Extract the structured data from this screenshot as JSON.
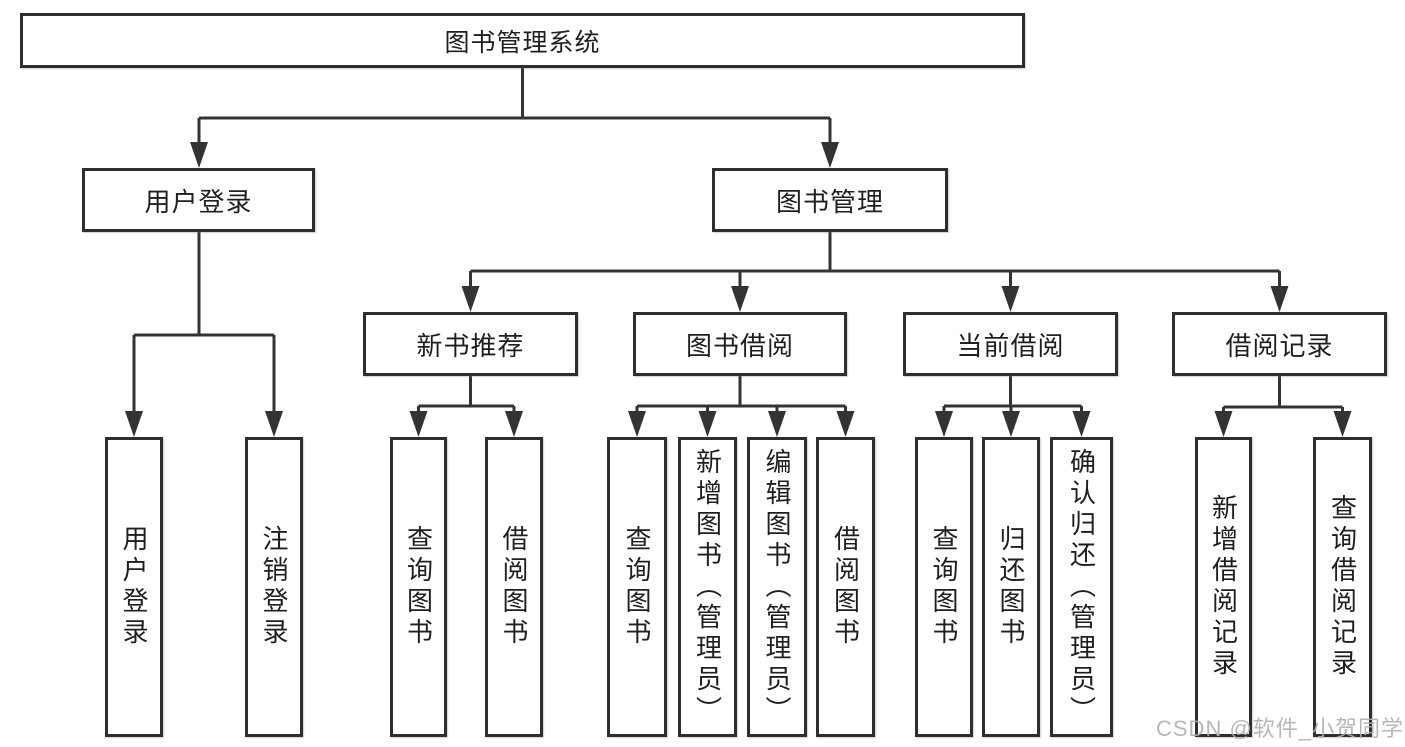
{
  "diagram": {
    "root": {
      "label": "图书管理系统"
    },
    "branches": [
      {
        "label": "用户登录",
        "children": [
          {
            "label": "用户登录"
          },
          {
            "label": "注销登录"
          }
        ]
      },
      {
        "label": "图书管理",
        "modules": [
          {
            "label": "新书推荐",
            "children": [
              {
                "label": "查询图书"
              },
              {
                "label": "借阅图书"
              }
            ]
          },
          {
            "label": "图书借阅",
            "children": [
              {
                "label": "查询图书"
              },
              {
                "label": "新增图书（管理员）"
              },
              {
                "label": "编辑图书（管理员）"
              },
              {
                "label": "借阅图书"
              }
            ]
          },
          {
            "label": "当前借阅",
            "children": [
              {
                "label": "查询图书"
              },
              {
                "label": "归还图书"
              },
              {
                "label": "确认归还（管理员）"
              }
            ]
          },
          {
            "label": "借阅记录",
            "children": [
              {
                "label": "新增借阅记录"
              },
              {
                "label": "查询借阅记录"
              }
            ]
          }
        ]
      }
    ]
  },
  "watermark": {
    "text": "CSDN @软件_小贺同学"
  },
  "colors": {
    "line": "#333333",
    "box_border": "#2e2e2e",
    "box_fill": "#ffffff",
    "text": "#1f1f1f",
    "watermark": "#afafaf",
    "background": "#ffffff"
  }
}
